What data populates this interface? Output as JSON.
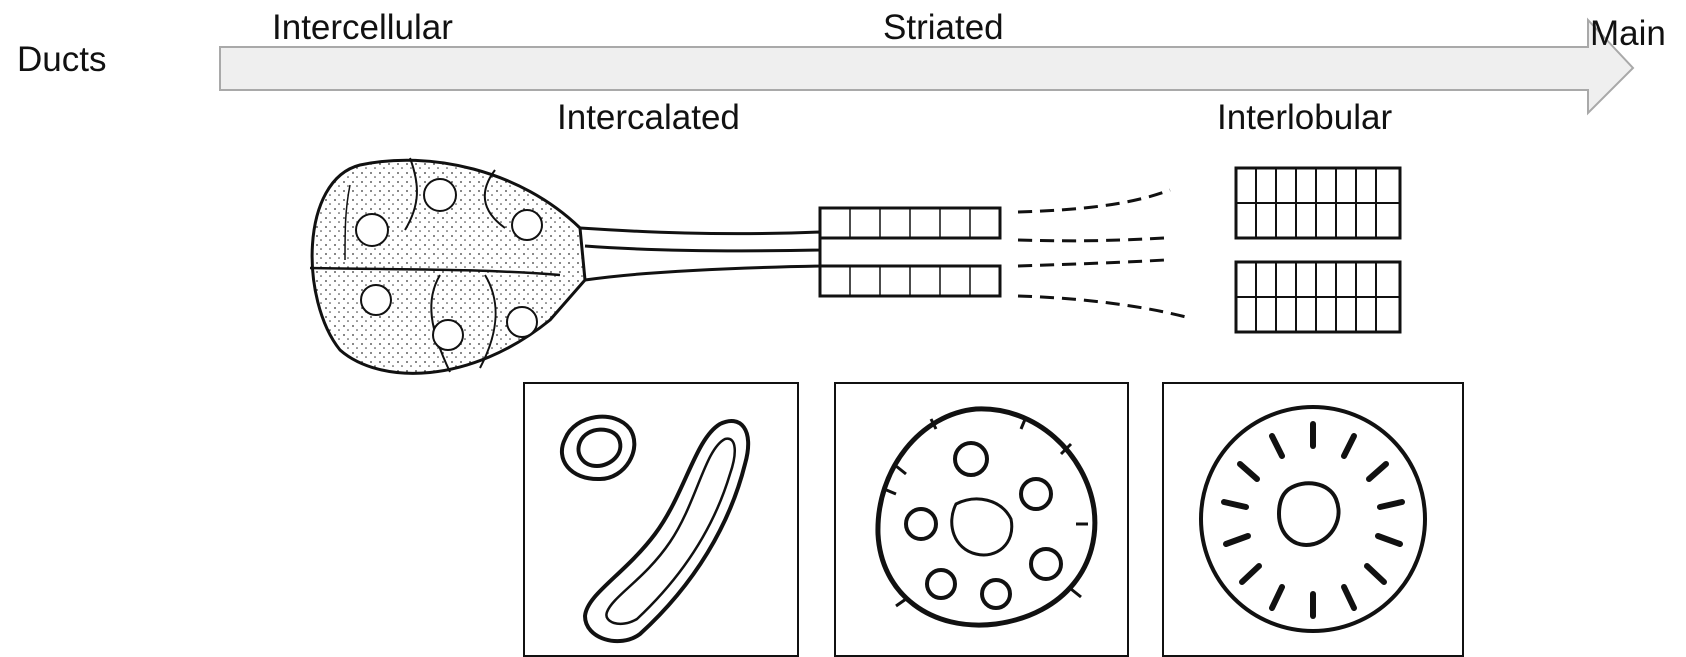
{
  "labels": {
    "ducts": "Ducts",
    "intercellular": "Intercellular",
    "striated": "Striated",
    "main": "Main",
    "intercalated": "Intercalated",
    "interlobular": "Interlobular"
  },
  "colors": {
    "arrow_fill": "#efefef",
    "arrow_stroke": "#a9a9a9",
    "ink": "#111111"
  }
}
